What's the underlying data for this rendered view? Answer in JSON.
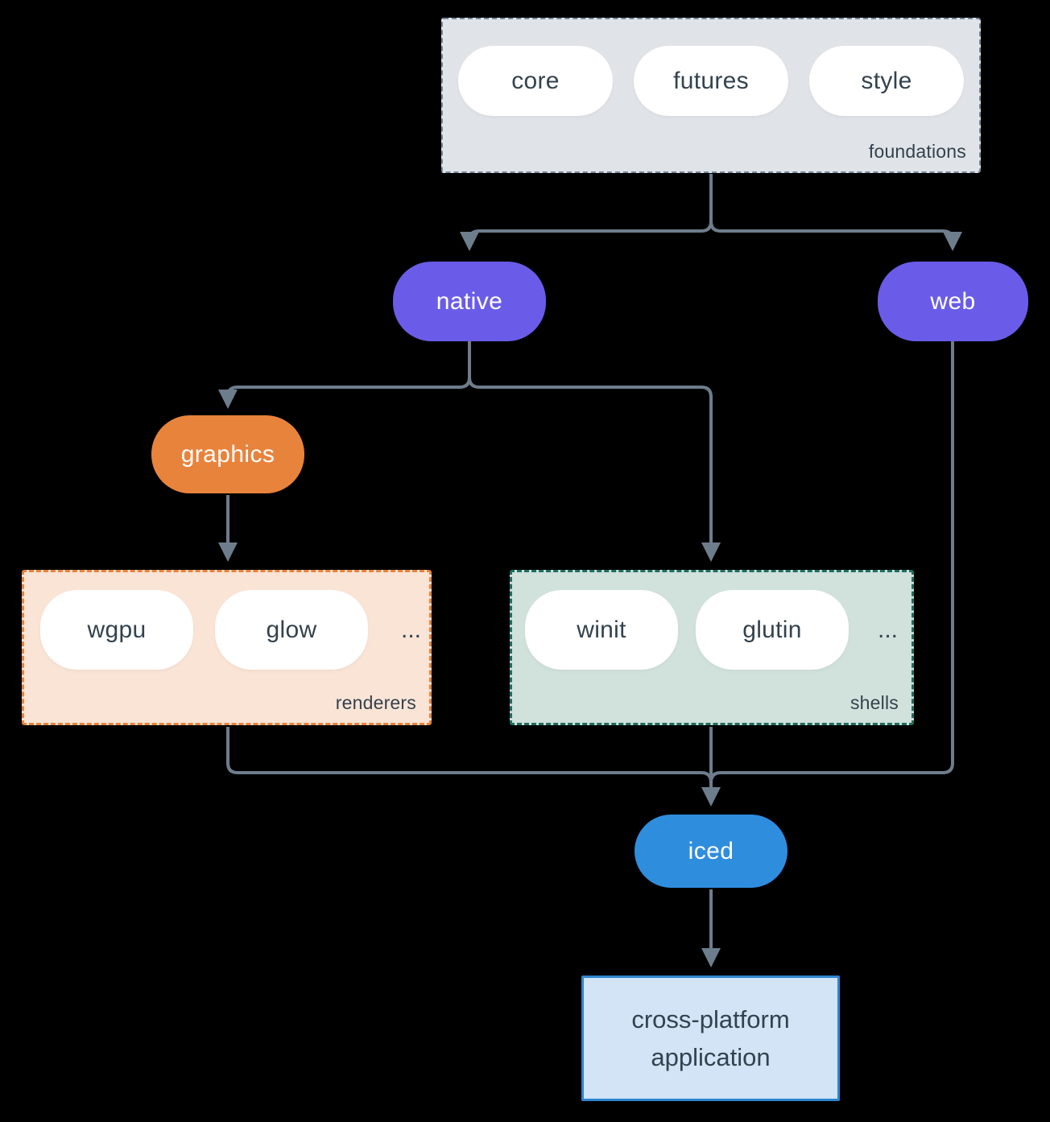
{
  "palette": {
    "arrow": "#6e7d8c",
    "text_dark": "#33424e",
    "text_light": "#ffffff",
    "purple_node": "#6a5ce8",
    "orange_node": "#e8833c",
    "blue_node": "#2f8dde",
    "foundations_fill": "#e0e4e8",
    "foundations_border": "#76879a",
    "renderers_fill": "#fae4d6",
    "renderers_border": "#e8833c",
    "shells_fill": "#d1e1dc",
    "shells_border": "#1e6e5f",
    "application_fill": "#d2e4f6",
    "application_border": "#2e86d0"
  },
  "foundations": {
    "label": "foundations",
    "pills": [
      "core",
      "futures",
      "style"
    ]
  },
  "native": {
    "label": "native"
  },
  "web": {
    "label": "web"
  },
  "graphics": {
    "label": "graphics"
  },
  "renderers": {
    "label": "renderers",
    "pills": [
      "wgpu",
      "glow"
    ],
    "ellipsis": "..."
  },
  "shells": {
    "label": "shells",
    "pills": [
      "winit",
      "glutin"
    ],
    "ellipsis": "..."
  },
  "iced": {
    "label": "iced"
  },
  "application": {
    "label": "cross-platform application"
  }
}
